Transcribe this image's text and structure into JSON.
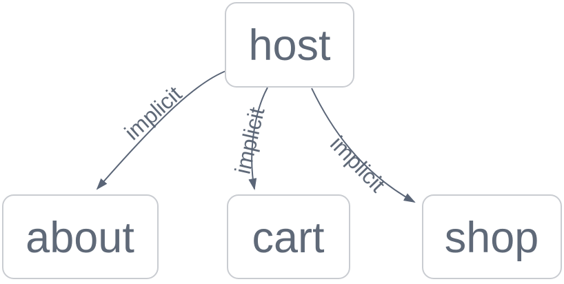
{
  "diagram": {
    "nodes": [
      {
        "id": "host",
        "label": "host"
      },
      {
        "id": "about",
        "label": "about"
      },
      {
        "id": "cart",
        "label": "cart"
      },
      {
        "id": "shop",
        "label": "shop"
      }
    ],
    "edges": [
      {
        "from": "host",
        "to": "about",
        "label": "implicit"
      },
      {
        "from": "host",
        "to": "cart",
        "label": "implicit"
      },
      {
        "from": "host",
        "to": "shop",
        "label": "implicit"
      }
    ],
    "colors": {
      "background": "#ffffff",
      "node_fill": "#ffffff",
      "node_border": "#c9ccd1",
      "node_text": "#5f6978",
      "edge": "#5a6577",
      "edge_label": "#5f6978"
    }
  }
}
